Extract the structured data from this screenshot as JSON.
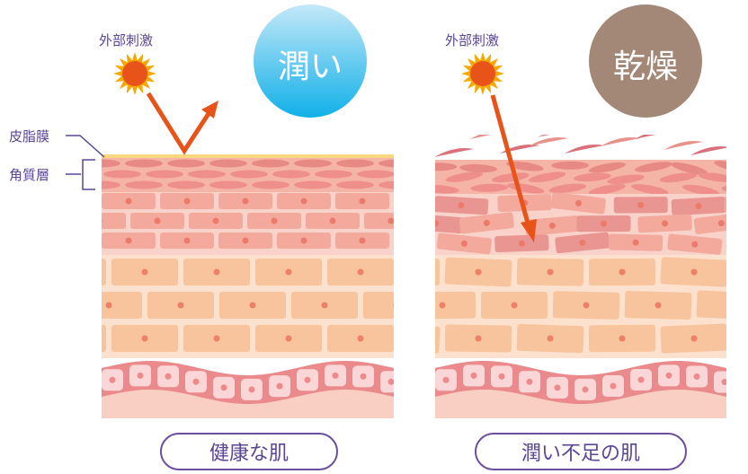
{
  "left": {
    "stimulus_label": "外部刺激",
    "circle_text": "潤い",
    "sebum_label": "皮脂膜",
    "stratum_corneum_label": "角質層",
    "caption": "健康な肌",
    "circle_color": "#1ab4ea"
  },
  "right": {
    "stimulus_label": "外部刺激",
    "circle_text": "乾燥",
    "caption": "潤い不足の肌",
    "circle_color": "#a48877"
  },
  "colors": {
    "arrow": "#e8531a",
    "sun_core": "#e8531a",
    "sun_rays": "#f5a800",
    "sebum": "#f9d77e",
    "label": "#5b4596"
  }
}
